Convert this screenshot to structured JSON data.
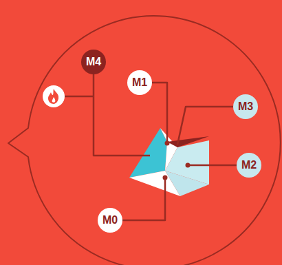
{
  "diagram": {
    "nodes": [
      {
        "text": [
          "M4"
        ]
      },
      {
        "text": [
          "M1"
        ]
      },
      {
        "text": [
          "M3"
        ]
      },
      {
        "text": [
          "M2"
        ]
      },
      {
        "text": [
          "M0"
        ]
      }
    ]
  }
}
